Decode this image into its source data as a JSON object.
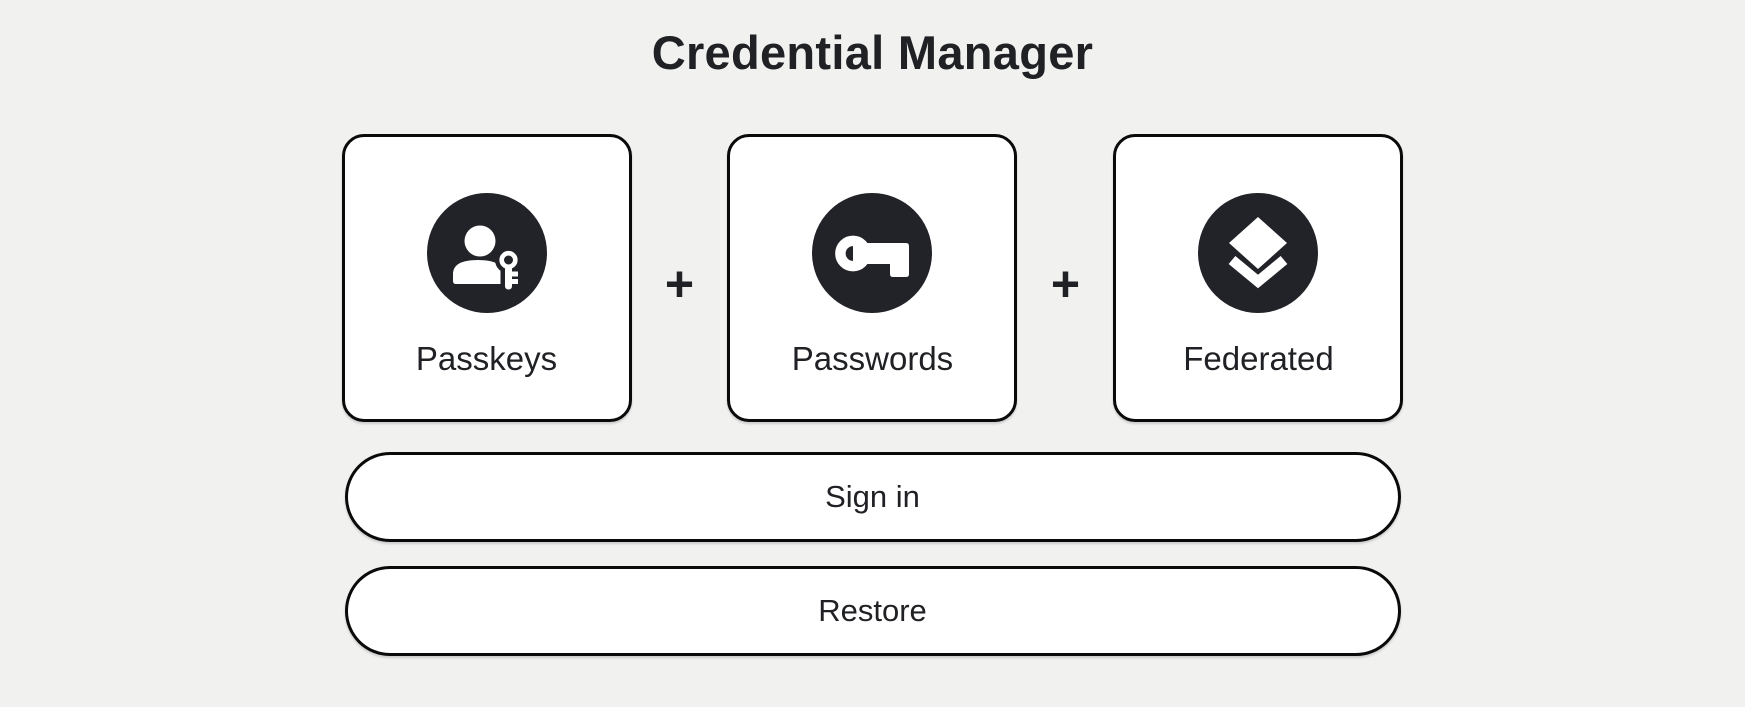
{
  "page": {
    "title": "Credential Manager",
    "plus_separator": "+",
    "background_color": "#f1f1f0",
    "card_background_color": "#ffffff",
    "border_color": "#0a0a0a",
    "icon_circle_color": "#222229",
    "text_color": "#202124"
  },
  "credential_types": [
    {
      "label": "Passkeys",
      "icon": "passkey-icon"
    },
    {
      "label": "Passwords",
      "icon": "key-icon"
    },
    {
      "label": "Federated",
      "icon": "layers-icon"
    }
  ],
  "actions": {
    "sign_in": "Sign in",
    "restore": "Restore"
  }
}
